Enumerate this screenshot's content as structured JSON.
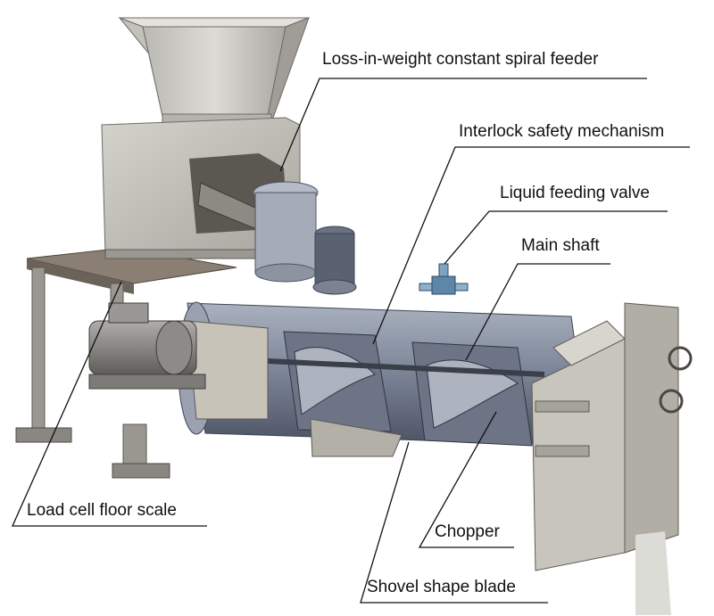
{
  "labels": {
    "feeder": "Loss-in-weight constant spiral feeder",
    "interlock": "Interlock safety mechanism",
    "valve": "Liquid feeding valve",
    "shaft": "Main shaft",
    "scale": "Load cell floor scale",
    "chopper": "Chopper",
    "blade": "Shovel shape blade"
  },
  "colors": {
    "steel_light": "#c9c8c2",
    "steel_mid": "#a8a6a0",
    "steel_dark": "#6e6c68",
    "drum_blue": "#8690a2",
    "drum_dark": "#4d5566",
    "motor_grey": "#8c8a86",
    "leader_line": "#111111"
  },
  "icons": [
    "ribbon-blender-machine-illustration"
  ]
}
